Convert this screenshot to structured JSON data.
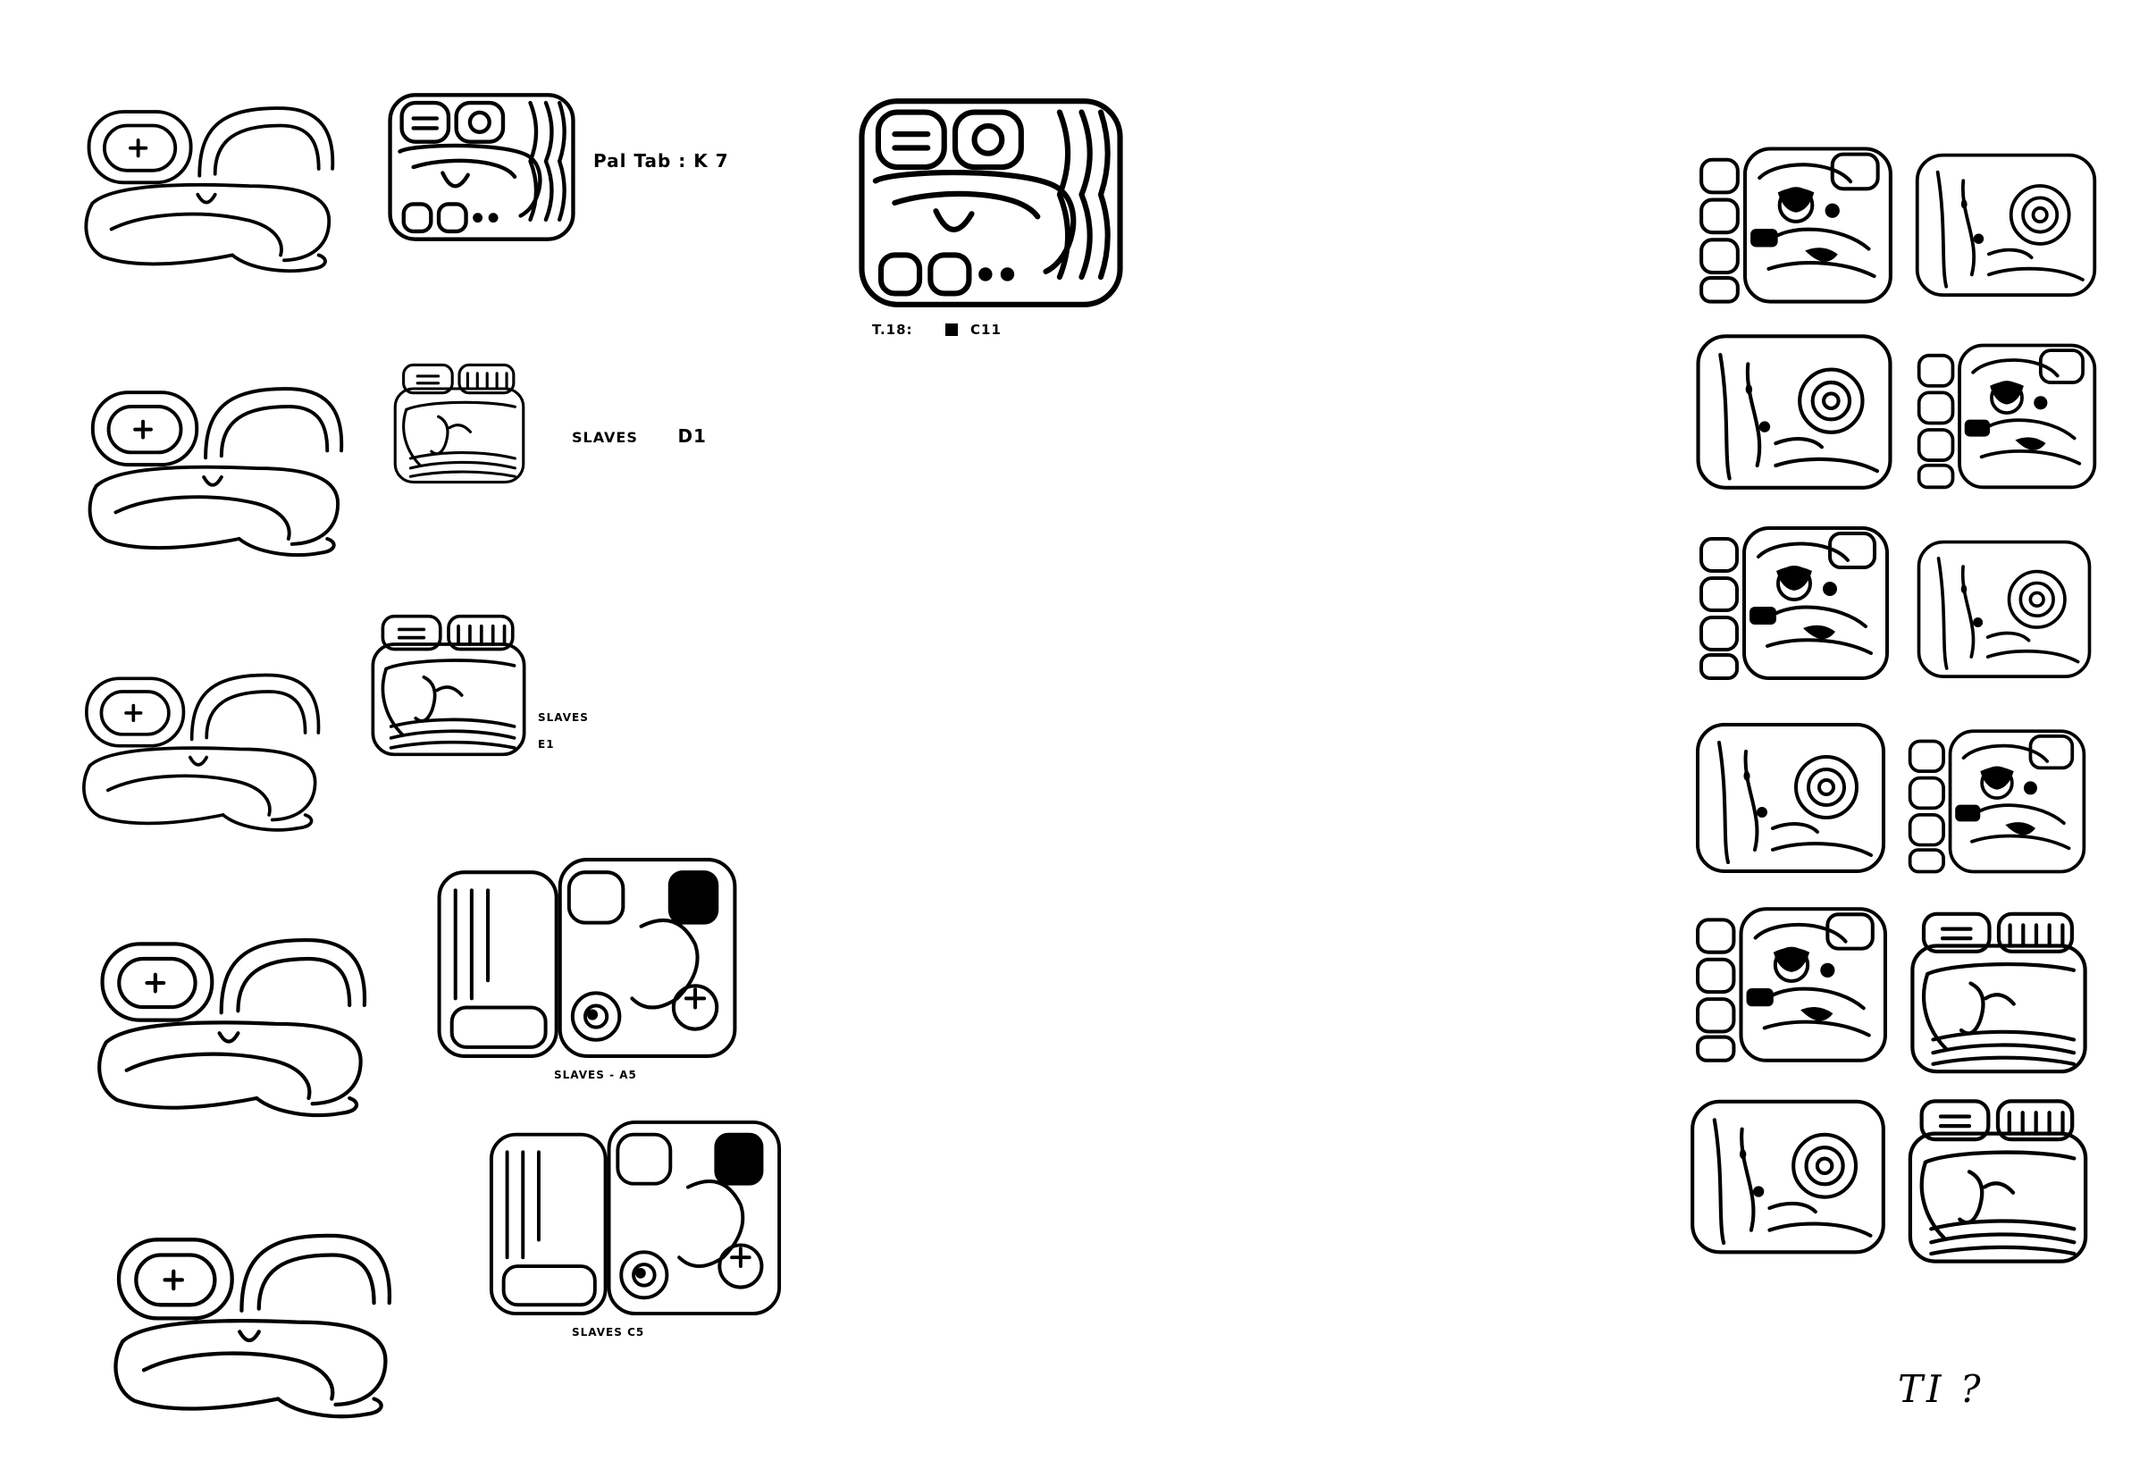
{
  "labels": {
    "pal_tab": "Pal Tab : K 7",
    "t18": "T.18:",
    "t18_ref": "C11",
    "slaves_d1": "SLAVES",
    "slaves_d1_ref": "D1",
    "slaves_e1": "SLAVES",
    "slaves_e1_ref": "E1",
    "slaves_a5": "SLAVES  -  A5",
    "slaves_c5": "SLAVES  C5",
    "ti": "TI ?"
  },
  "colors": {
    "ink": "#000000",
    "paper": "#ffffff"
  }
}
